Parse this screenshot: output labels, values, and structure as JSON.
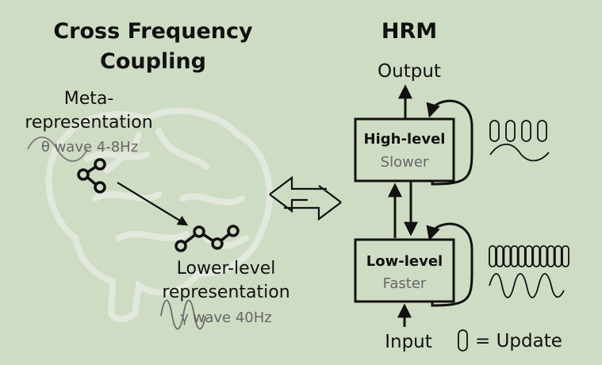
{
  "left": {
    "title_line1": "Cross Frequency",
    "title_line2": "Coupling",
    "meta_line1": "Meta-",
    "meta_line2": "representation",
    "theta_wave": "θ wave 4-8Hz",
    "lower_line1": "Lower-level",
    "lower_line2": "representation",
    "gamma_wave": "γ wave 40Hz"
  },
  "right": {
    "title": "HRM",
    "output": "Output",
    "input": "Input",
    "high_level": {
      "title": "High-level",
      "subtitle": "Slower"
    },
    "low_level": {
      "title": "Low-level",
      "subtitle": "Faster"
    },
    "legend_update": "= Update",
    "high_update_count": 4,
    "low_update_count": 11
  },
  "colors": {
    "background": "#cfdcc4",
    "ink": "#111111",
    "muted": "#666666",
    "brain": "#dfe6d8"
  }
}
